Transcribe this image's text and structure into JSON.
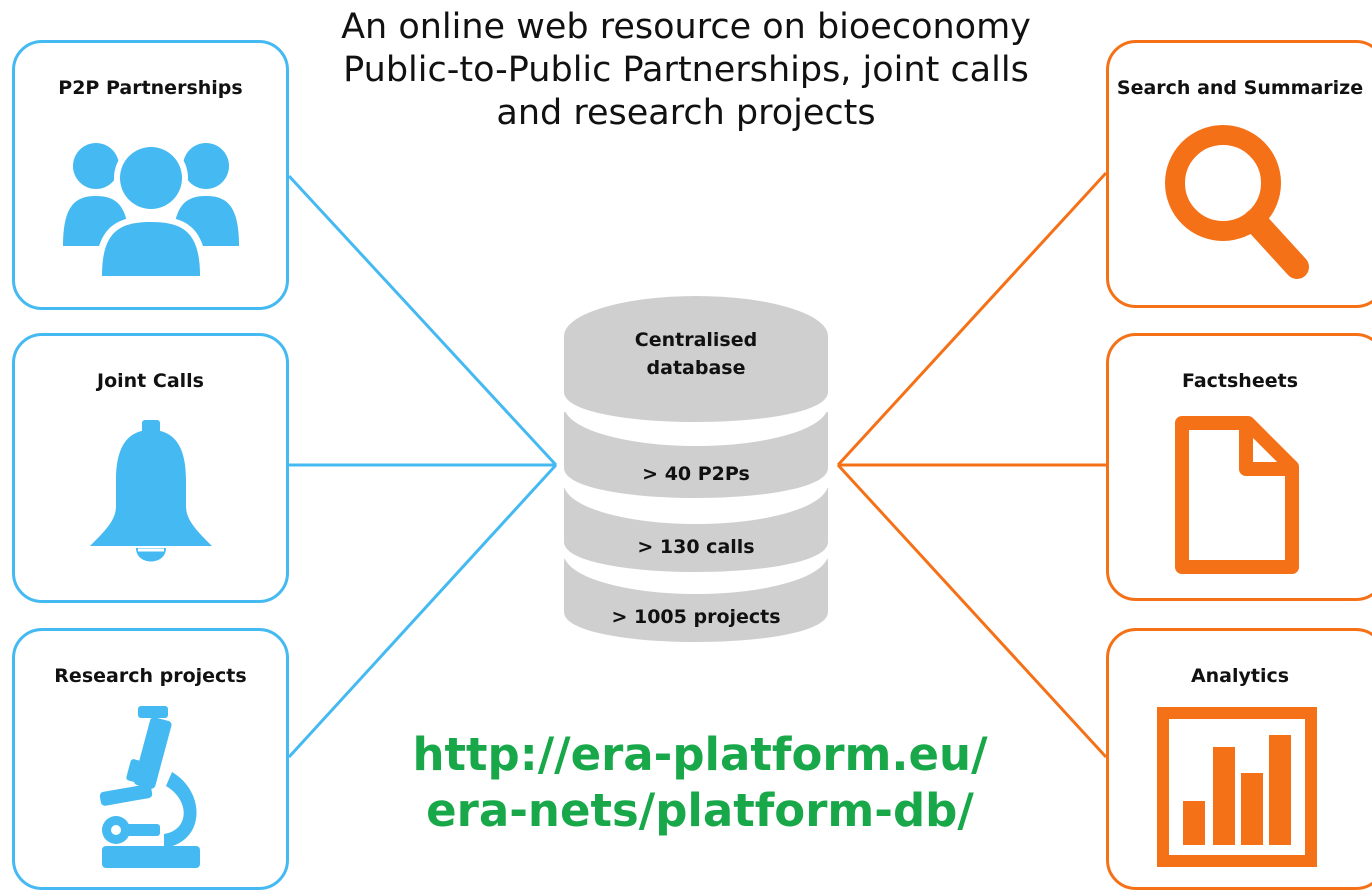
{
  "title": {
    "line1": "An online web resource on bioeconomy",
    "line2": "Public-to-Public Partnerships, joint calls",
    "line3": "and research projects"
  },
  "left_boxes": [
    {
      "label": "P2P Partnerships",
      "icon": "people-group-icon"
    },
    {
      "label": "Joint Calls",
      "icon": "bell-icon"
    },
    {
      "label": "Research projects",
      "icon": "microscope-icon"
    }
  ],
  "right_boxes": [
    {
      "label": "Search and Summarize",
      "icon": "magnifier-icon"
    },
    {
      "label": "Factsheets",
      "icon": "document-icon"
    },
    {
      "label": "Analytics",
      "icon": "bar-chart-icon"
    }
  ],
  "database": {
    "title_line1": "Centralised",
    "title_line2": "database",
    "items": [
      "> 40 P2Ps",
      "> 130 calls",
      "> 1005 projects"
    ]
  },
  "url": {
    "line1": "http://era-platform.eu/",
    "line2": "era-nets/platform-db/"
  },
  "colors": {
    "left_accent": "#44B9F2",
    "right_accent": "#F57117",
    "url": "#18A84A",
    "database": "#CFCFCF"
  }
}
